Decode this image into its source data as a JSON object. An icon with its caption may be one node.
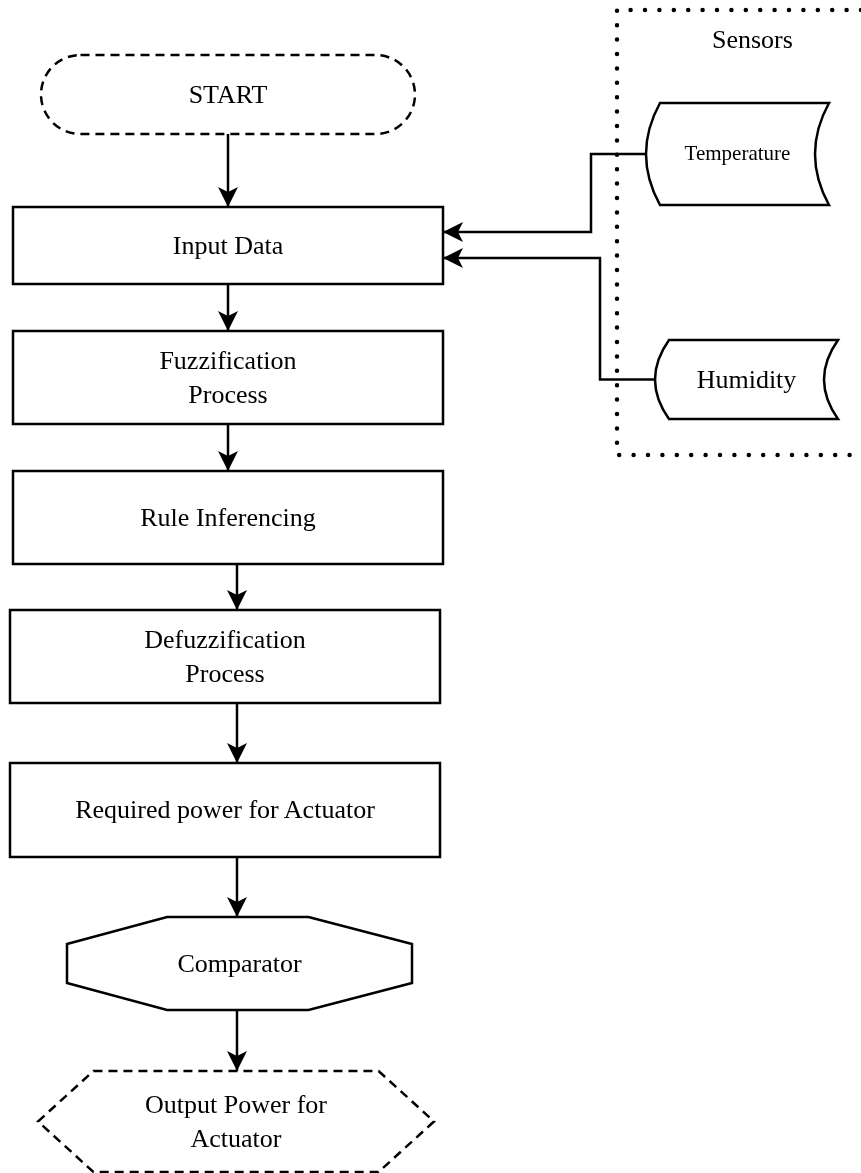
{
  "diagram": {
    "nodes": [
      {
        "text": [
          "START"
        ]
      },
      {
        "text": [
          "Sensors"
        ]
      },
      {
        "text": [
          "Temperature"
        ],
        "in": 1
      },
      {
        "text": [
          "Humidity"
        ],
        "in": 1
      },
      {
        "text": [
          "Input Data"
        ]
      },
      {
        "text": [
          "Fuzzification Process"
        ]
      },
      {
        "text": [
          "Rule Inferencing"
        ]
      },
      {
        "text": [
          "Defuzzification Process"
        ]
      },
      {
        "text": [
          "Required power for Actuator"
        ]
      },
      {
        "text": [
          "Comparator"
        ]
      },
      {
        "text": [
          "Output Power for Actuator"
        ]
      }
    ],
    "edges": [
      {
        "from": 0,
        "to": 4,
        "arrow": "to"
      },
      {
        "from": 2,
        "to": 4,
        "arrow": "to"
      },
      {
        "from": 3,
        "to": 4,
        "arrow": "to"
      },
      {
        "from": 4,
        "to": 5,
        "arrow": "to"
      },
      {
        "from": 5,
        "to": 6,
        "arrow": "to"
      },
      {
        "from": 6,
        "to": 7,
        "arrow": "to"
      },
      {
        "from": 7,
        "to": 8,
        "arrow": "to"
      },
      {
        "from": 8,
        "to": 9,
        "arrow": "to"
      },
      {
        "from": 9,
        "to": 10,
        "arrow": "to"
      }
    ]
  }
}
